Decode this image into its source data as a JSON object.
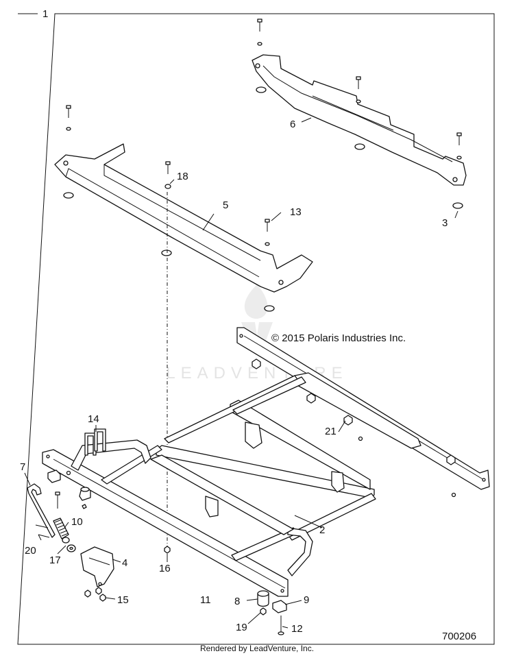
{
  "diagram": {
    "page_number": "1",
    "copyright": "© 2015 Polaris Industries Inc.",
    "figure_id": "700206",
    "watermark": "LEADVENTURE",
    "footer": "Rendered by LeadVenture, Inc.",
    "callouts": [
      "2",
      "3",
      "4",
      "5",
      "6",
      "7",
      "8",
      "9",
      "10",
      "11",
      "12",
      "13",
      "14",
      "15",
      "16",
      "17",
      "18",
      "19",
      "20",
      "21"
    ]
  }
}
